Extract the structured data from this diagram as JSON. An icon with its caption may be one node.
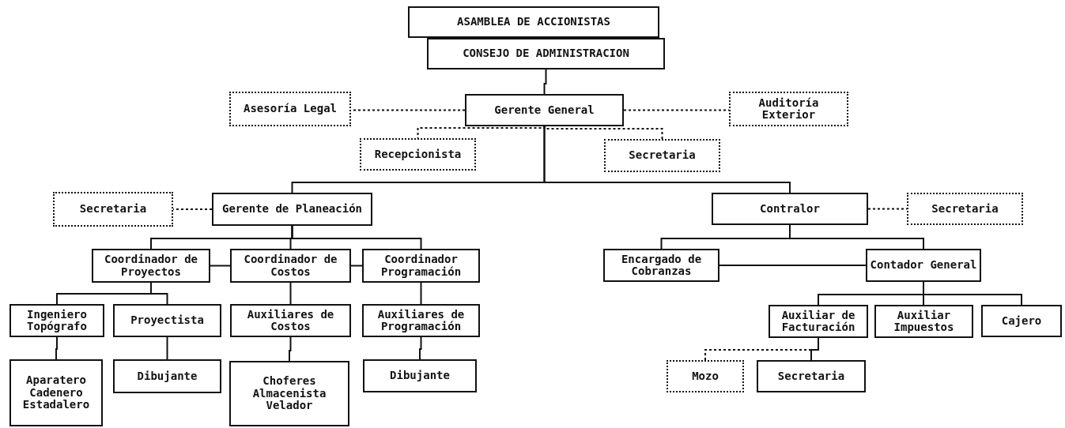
{
  "diagram": {
    "nodes": [
      {
        "text": [
          "ASAMBLEA DE ACCIONISTAS"
        ]
      },
      {
        "text": [
          "CONSEJO DE ADMINISTRACION"
        ]
      },
      {
        "text": [
          "Asesoría Legal"
        ]
      },
      {
        "text": [
          "Gerente General"
        ]
      },
      {
        "text": [
          "Auditoría Exterior"
        ]
      },
      {
        "text": [
          "Recepcionista"
        ]
      },
      {
        "text": [
          "Secretaria"
        ]
      },
      {
        "text": [
          "Secretaria"
        ]
      },
      {
        "text": [
          "Gerente de Planeación"
        ]
      },
      {
        "text": [
          "Contralor"
        ]
      },
      {
        "text": [
          "Secretaria"
        ]
      },
      {
        "text": [
          "Coordinador de Proyectos"
        ]
      },
      {
        "text": [
          "Coordinador de Costos"
        ]
      },
      {
        "text": [
          "Coordinador Programación"
        ]
      },
      {
        "text": [
          "Encargado de Cobranzas"
        ]
      },
      {
        "text": [
          "Contador General"
        ]
      },
      {
        "text": [
          "Ingeniero Topógrafo"
        ]
      },
      {
        "text": [
          "Proyectista"
        ]
      },
      {
        "text": [
          "Auxiliares de Costos"
        ]
      },
      {
        "text": [
          "Auxiliares de Programación"
        ]
      },
      {
        "text": [
          "Auxiliar de Facturación"
        ]
      },
      {
        "text": [
          "Auxiliar Impuestos"
        ]
      },
      {
        "text": [
          "Cajero"
        ]
      },
      {
        "text": [
          "Aparatero Cadenero Estadalero"
        ]
      },
      {
        "text": [
          "Dibujante"
        ]
      },
      {
        "text": [
          "Choferes Almacenista Velador"
        ]
      },
      {
        "text": [
          "Dibujante"
        ]
      },
      {
        "text": [
          "Mozo"
        ]
      },
      {
        "text": [
          "Secretaria"
        ]
      }
    ],
    "edges": [
      {
        "from": 1,
        "to": 3,
        "arrow": "none"
      },
      {
        "from": 3,
        "to": 2,
        "arrow": "none",
        "style": "dashed"
      },
      {
        "from": 3,
        "to": 4,
        "arrow": "none",
        "style": "dashed"
      },
      {
        "from": 3,
        "to": 5,
        "arrow": "none",
        "style": "dashed"
      },
      {
        "from": 3,
        "to": 6,
        "arrow": "none",
        "style": "dashed"
      },
      {
        "from": 3,
        "to": 8,
        "arrow": "none"
      },
      {
        "from": 3,
        "to": 9,
        "arrow": "none"
      },
      {
        "from": 8,
        "to": 7,
        "arrow": "none",
        "style": "dashed"
      },
      {
        "from": 9,
        "to": 10,
        "arrow": "none",
        "style": "dashed"
      },
      {
        "from": 8,
        "to": 11,
        "arrow": "none"
      },
      {
        "from": 8,
        "to": 12,
        "arrow": "none"
      },
      {
        "from": 8,
        "to": 13,
        "arrow": "none"
      },
      {
        "from": 11,
        "to": 12,
        "arrow": "none"
      },
      {
        "from": 12,
        "to": 13,
        "arrow": "none"
      },
      {
        "from": 9,
        "to": 14,
        "arrow": "none"
      },
      {
        "from": 9,
        "to": 15,
        "arrow": "none"
      },
      {
        "from": 14,
        "to": 15,
        "arrow": "none"
      },
      {
        "from": 11,
        "to": 16,
        "arrow": "none"
      },
      {
        "from": 11,
        "to": 17,
        "arrow": "none"
      },
      {
        "from": 16,
        "to": 23,
        "arrow": "none"
      },
      {
        "from": 17,
        "to": 24,
        "arrow": "none"
      },
      {
        "from": 12,
        "to": 18,
        "arrow": "none"
      },
      {
        "from": 18,
        "to": 25,
        "arrow": "none"
      },
      {
        "from": 13,
        "to": 19,
        "arrow": "none"
      },
      {
        "from": 19,
        "to": 26,
        "arrow": "none"
      },
      {
        "from": 15,
        "to": 20,
        "arrow": "none"
      },
      {
        "from": 15,
        "to": 21,
        "arrow": "none"
      },
      {
        "from": 15,
        "to": 22,
        "arrow": "none"
      },
      {
        "from": 20,
        "to": 27,
        "arrow": "none",
        "style": "dashed"
      },
      {
        "from": 20,
        "to": 28,
        "arrow": "none"
      }
    ]
  }
}
